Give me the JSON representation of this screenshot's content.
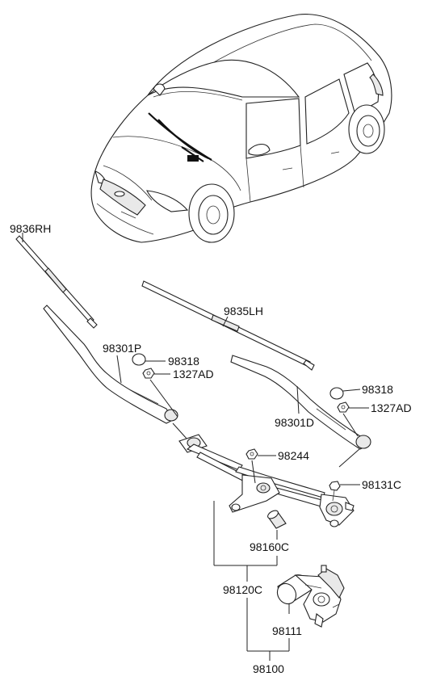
{
  "labels": {
    "blade_rh": "9836RH",
    "blade_lh": "9835LH",
    "arm_p": "98301P",
    "arm_d": "98301D",
    "cap_left": "98318",
    "cap_right": "98318",
    "nut_left": "1327AD",
    "nut_right": "1327AD",
    "nut_center": "98244",
    "bolt_right": "98131C",
    "bushing": "98160C",
    "linkage": "98120C",
    "motor": "98111",
    "assembly": "98100"
  }
}
